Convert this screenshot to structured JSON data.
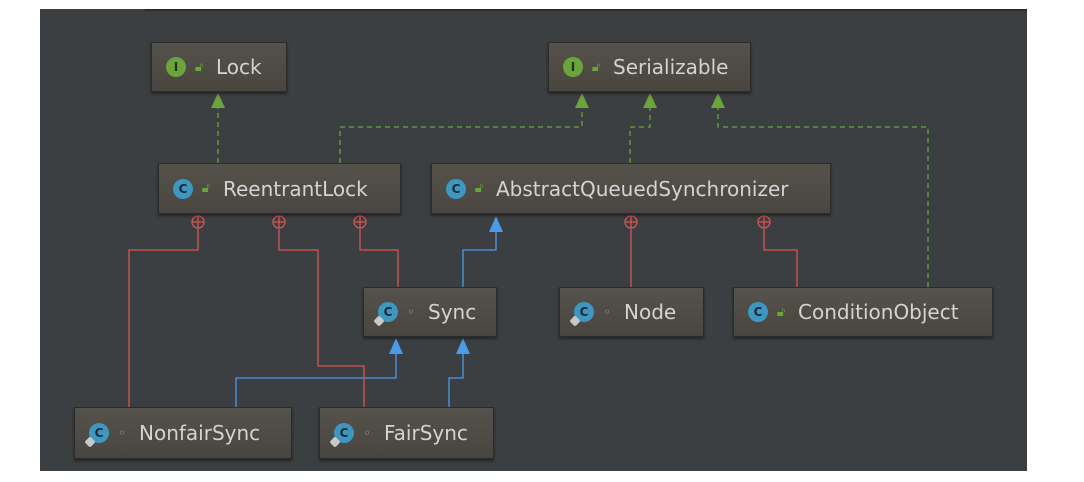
{
  "nodes": {
    "lock": {
      "kind": "I",
      "name": "Lock"
    },
    "serializable": {
      "kind": "I",
      "name": "Serializable"
    },
    "reentrantlock": {
      "kind": "C",
      "name": "ReentrantLock"
    },
    "aqs": {
      "kind": "C",
      "name": "AbstractQueuedSynchronizer"
    },
    "sync": {
      "kind": "C",
      "name": "Sync"
    },
    "node": {
      "kind": "C",
      "name": "Node"
    },
    "conditionobject": {
      "kind": "C",
      "name": "ConditionObject"
    },
    "nonfairsync": {
      "kind": "C",
      "name": "NonfairSync"
    },
    "fairsync": {
      "kind": "C",
      "name": "FairSync"
    }
  },
  "relations": [
    {
      "from": "ReentrantLock",
      "to": "Lock",
      "type": "implements"
    },
    {
      "from": "ReentrantLock",
      "to": "Serializable",
      "type": "implements"
    },
    {
      "from": "AbstractQueuedSynchronizer",
      "to": "Serializable",
      "type": "implements"
    },
    {
      "from": "ConditionObject",
      "to": "Serializable",
      "type": "implements"
    },
    {
      "from": "Sync",
      "to": "AbstractQueuedSynchronizer",
      "type": "extends"
    },
    {
      "from": "NonfairSync",
      "to": "Sync",
      "type": "extends"
    },
    {
      "from": "FairSync",
      "to": "Sync",
      "type": "extends"
    },
    {
      "from": "NonfairSync",
      "to": "ReentrantLock",
      "type": "inner"
    },
    {
      "from": "FairSync",
      "to": "ReentrantLock",
      "type": "inner"
    },
    {
      "from": "Sync",
      "to": "ReentrantLock",
      "type": "inner"
    },
    {
      "from": "Node",
      "to": "AbstractQueuedSynchronizer",
      "type": "inner"
    },
    {
      "from": "ConditionObject",
      "to": "AbstractQueuedSynchronizer",
      "type": "inner"
    }
  ],
  "colors": {
    "canvas": "#3c3f41",
    "implements": "#6ba43a",
    "extends": "#4a9be8",
    "inner": "#d9534f"
  }
}
